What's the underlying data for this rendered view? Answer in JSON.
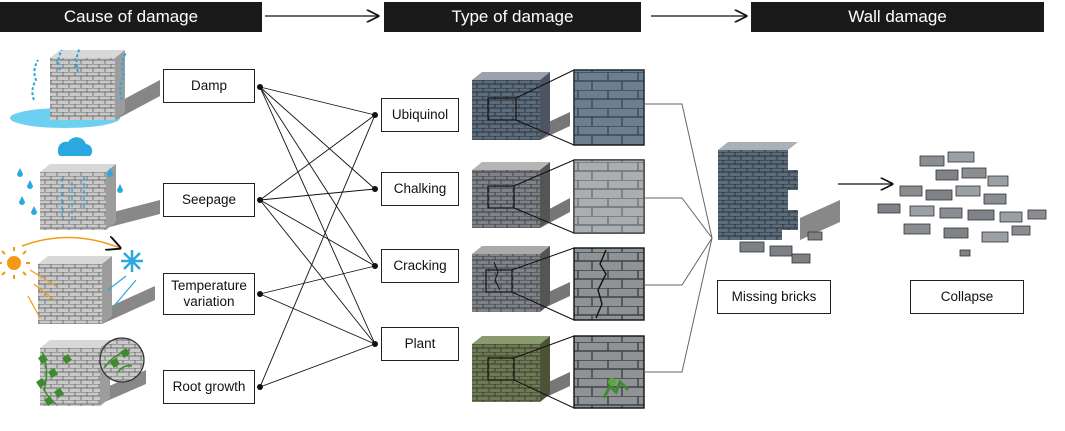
{
  "headers": {
    "cause": "Cause of damage",
    "type": "Type of damage",
    "wall": "Wall damage"
  },
  "causes": [
    {
      "label": "Damp",
      "icon": "damp-wall-icon"
    },
    {
      "label": "Seepage",
      "icon": "rain-wall-icon"
    },
    {
      "label": "Temperature\nvariation",
      "icon": "sun-snow-wall-icon"
    },
    {
      "label": "Root growth",
      "icon": "ivy-wall-icon"
    }
  ],
  "types": [
    {
      "label": "Ubiquinol"
    },
    {
      "label": "Chalking"
    },
    {
      "label": "Cracking"
    },
    {
      "label": "Plant"
    }
  ],
  "wall_damage": {
    "missing": "Missing bricks",
    "collapse": "Collapse"
  },
  "connections": [
    [
      0,
      0
    ],
    [
      0,
      1
    ],
    [
      0,
      2
    ],
    [
      0,
      3
    ],
    [
      1,
      0
    ],
    [
      1,
      1
    ],
    [
      1,
      2
    ],
    [
      1,
      3
    ],
    [
      2,
      2
    ],
    [
      2,
      3
    ],
    [
      3,
      0
    ],
    [
      3,
      3
    ]
  ],
  "colors": {
    "header_bg": "#1a1a1a",
    "water": "#2aa8e0",
    "sun": "#f39a12",
    "leaf": "#3d8a2f"
  }
}
